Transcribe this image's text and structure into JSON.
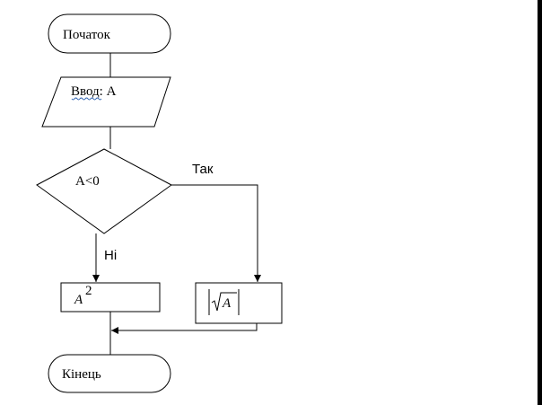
{
  "flowchart": {
    "start_label": "Початок",
    "input_label": "Ввод: А",
    "condition_label": "A<0",
    "branch_yes_label": "Так",
    "branch_no_label": "Ні",
    "process_no_base": "A",
    "process_no_exponent": "2",
    "process_yes_radicand": "A",
    "end_label": "Кінець"
  }
}
